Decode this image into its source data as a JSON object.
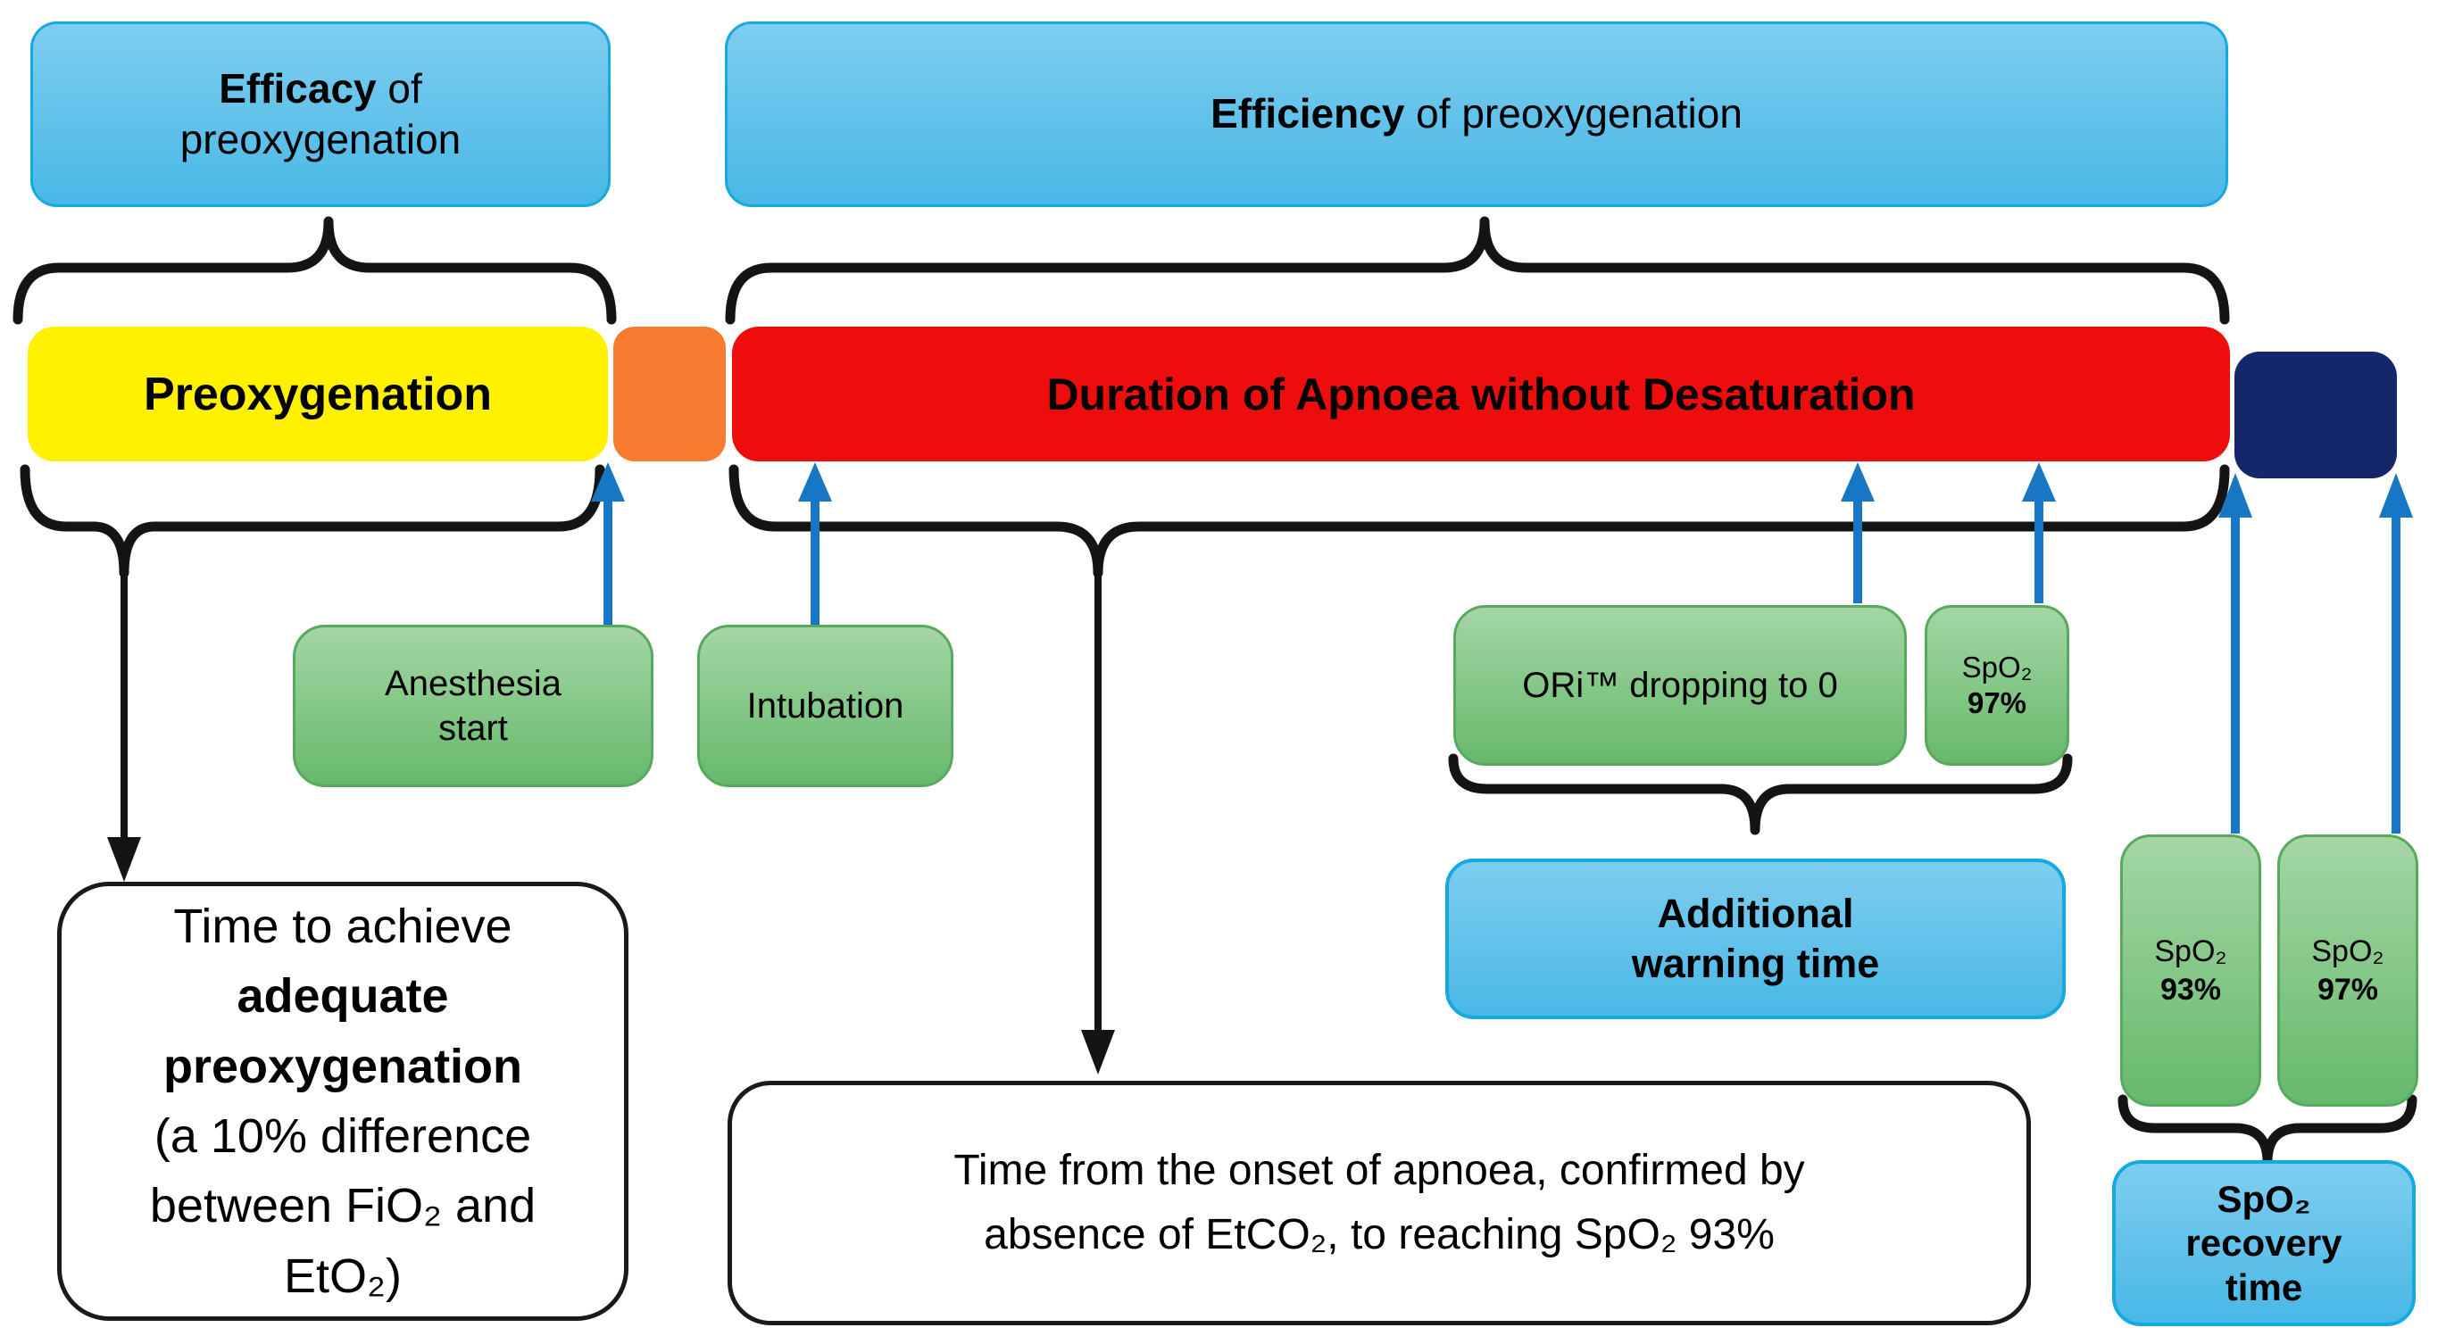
{
  "labels": {
    "efficacy": {
      "bold": "Efficacy",
      "rest": " of",
      "line2": "preoxygenation"
    },
    "efficiency": {
      "bold": "Efficiency",
      "rest": " of preoxygenation"
    },
    "timeline": {
      "preoxygenation": "Preoxygenation",
      "apnoea": "Duration of Apnoea without Desaturation"
    },
    "events": {
      "anesthesia_line1": "Anesthesia",
      "anesthesia_line2": "start",
      "intubation": "Intubation",
      "ori": "ORi™ dropping to 0",
      "spo2_mid_label": "SpO₂",
      "spo2_mid_value": "97%",
      "spo2_93_label": "SpO₂",
      "spo2_93_value": "93%",
      "spo2_97_label": "SpO₂",
      "spo2_97_value": "97%"
    },
    "warning": {
      "line1": "Additional",
      "line2": "warning time"
    },
    "recovery": {
      "line1": "SpO₂",
      "line2": "recovery",
      "line3": "time"
    },
    "outcome_left": {
      "l1": "Time to achieve",
      "l2": "adequate",
      "l3": "preoxygenation",
      "l4": "(a 10% difference",
      "l5": "between FiO₂ and",
      "l6": "EtO₂)"
    },
    "outcome_center": {
      "l1": "Time from the onset of apnoea, confirmed by",
      "l2": "absence of EtCO₂, to reaching SpO₂ 93%"
    }
  },
  "colors": {
    "box_blue_top": "#7ECDEF",
    "box_blue_bottom": "#49B8E6",
    "box_blue_border": "#15A9DE",
    "bar_yellow": "#FFF100",
    "bar_orange": "#F97B2F",
    "bar_red": "#EE0D0D",
    "bar_navy": "#14276B",
    "green_top": "#A4D6A4",
    "green_bottom": "#66B96C",
    "green_border": "#58A95D",
    "arrow_blue": "#1877C5"
  }
}
